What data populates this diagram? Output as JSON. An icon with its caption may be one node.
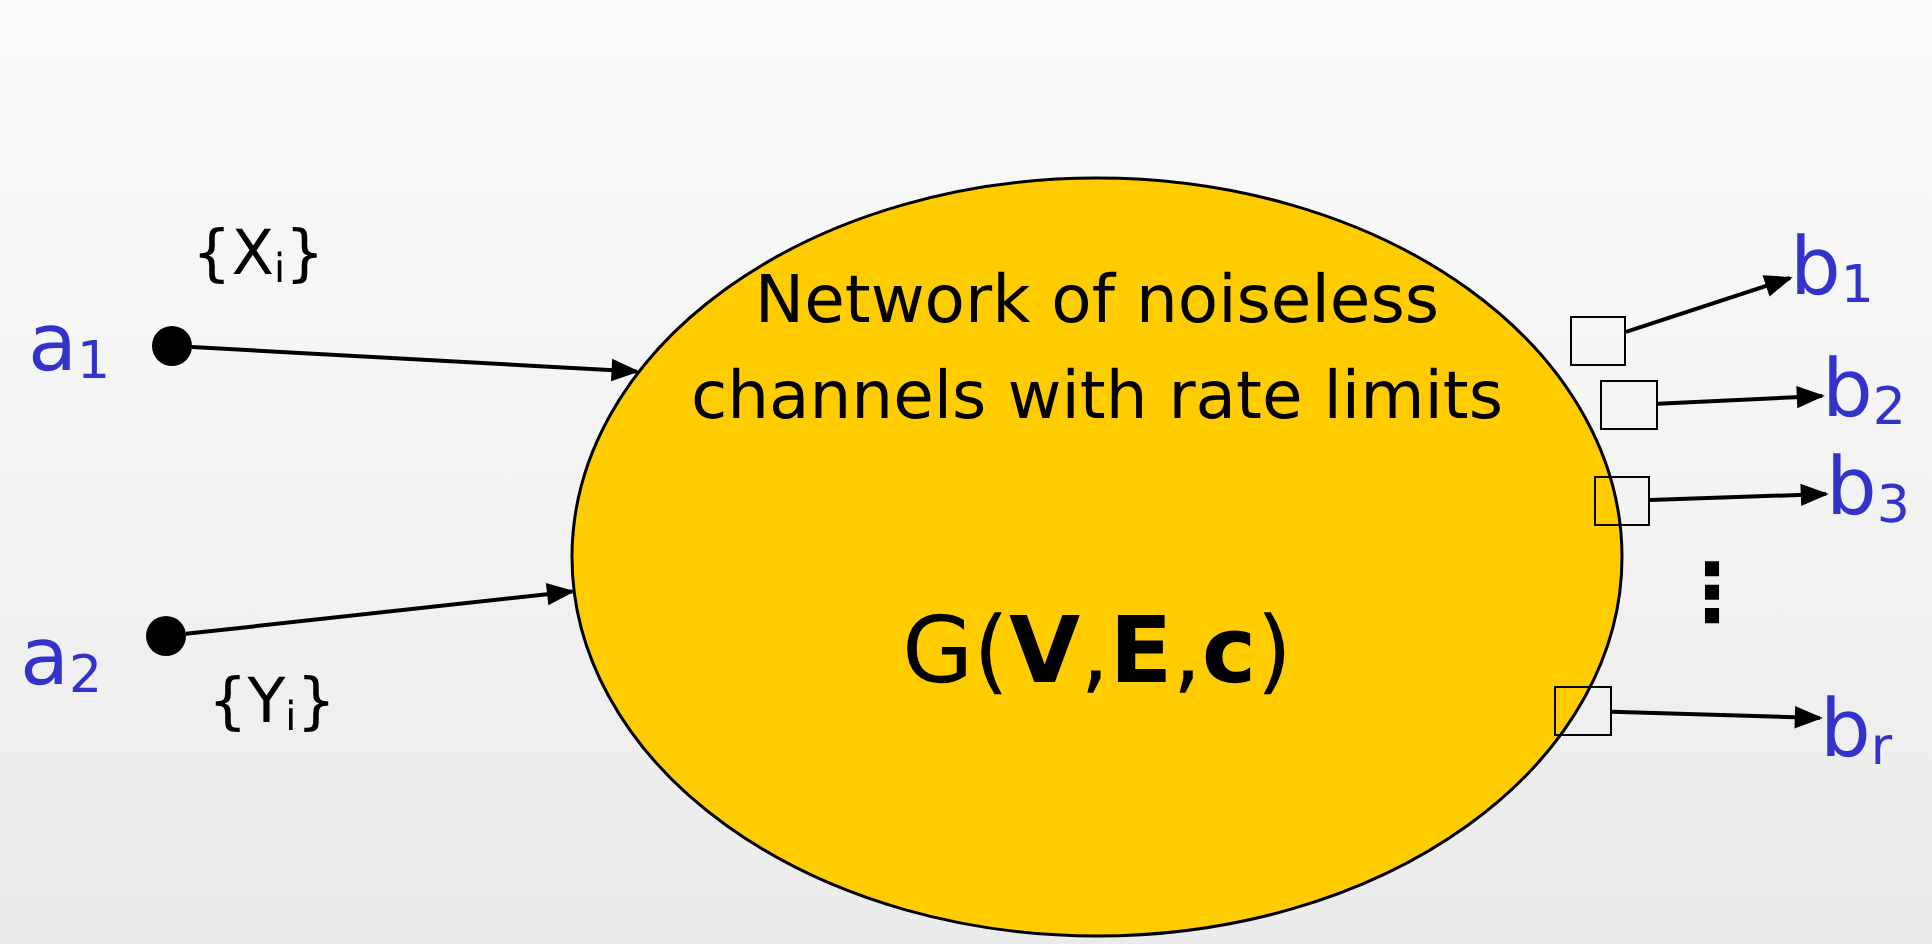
{
  "diagram": {
    "nodes": [
      {
        "text": [
          "Network of noiseless channels with rate limits",
          "G(**V**,**E**,**c**)"
        ]
      },
      {
        "text": [],
        "shape": "circle",
        "beside": [
          "a$_{1}$"
        ]
      },
      {
        "text": [],
        "shape": "circle",
        "beside": [
          "a$_{2}$"
        ]
      },
      {
        "text": [],
        "shape": "box"
      },
      {
        "text": [],
        "shape": "box"
      },
      {
        "text": [],
        "shape": "box"
      },
      {
        "text": [],
        "shape": "box"
      },
      {
        "text": [
          "b$_{1}$"
        ]
      },
      {
        "text": [
          "b$_{2}$"
        ]
      },
      {
        "text": [
          "b$_{3}$"
        ]
      },
      {
        "text": [
          "b$_{r}$"
        ]
      }
    ],
    "edges": [
      {
        "from": 1,
        "to": 0,
        "arrow": "to",
        "label": "{X$_{i}$}"
      },
      {
        "from": 2,
        "to": 0,
        "arrow": "to",
        "label": "{Y$_{i}$}"
      },
      {
        "from": 3,
        "to": 7,
        "arrow": "to"
      },
      {
        "from": 4,
        "to": 8,
        "arrow": "to"
      },
      {
        "from": 5,
        "to": 9,
        "arrow": "to"
      },
      {
        "from": 6,
        "to": 10,
        "arrow": "to"
      }
    ],
    "labels": [
      "⋮"
    ]
  }
}
